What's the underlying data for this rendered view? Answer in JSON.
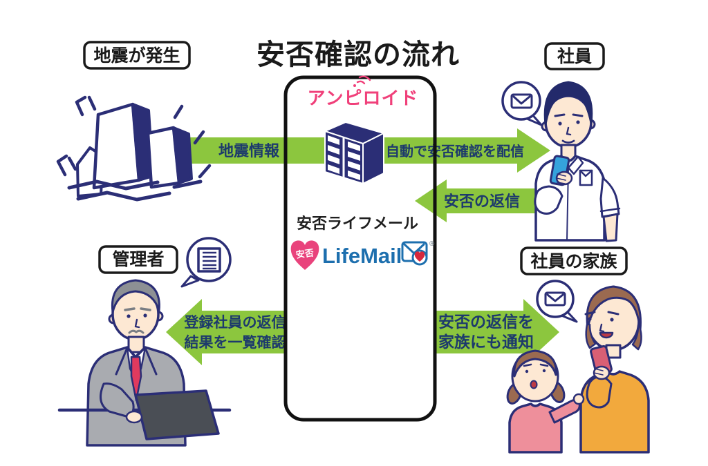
{
  "title": "安否確認の流れ",
  "labels": {
    "earthquake": "地震が発生",
    "employee": "社員",
    "admin": "管理者",
    "family": "社員の家族"
  },
  "center_panel": {
    "brand_logo": "アンピロイド",
    "service_name_jp": "安否ライフメール",
    "badge": "安否",
    "logo": "LifeMail",
    "registered_mark": "®"
  },
  "arrows": {
    "earthquake_info": {
      "label": "地震情報",
      "direction": "right"
    },
    "auto_distribute": {
      "label": "自動で安否確認を配信",
      "direction": "right"
    },
    "safety_reply": {
      "label": "安否の返信",
      "direction": "left"
    },
    "admin_check": {
      "line1": "登録社員の返信",
      "line2": "結果を一覧確認",
      "direction": "left"
    },
    "family_notify": {
      "line1": "安否の返信を",
      "line2": "家族にも通知",
      "direction": "right"
    }
  },
  "icons": {
    "center": "server-icon",
    "employee_bubble": "envelope-icon",
    "family_bubble": "envelope-icon",
    "admin_bubble": "list-document-icon",
    "lifemail": "envelope-heart-icon",
    "brand": "signal-icon",
    "employee_device": "smartphone-icon",
    "family_device": "smartphone-icon",
    "admin_device": "laptop-icon"
  },
  "colors": {
    "arrow_green": "#8cc63e",
    "arrow_text_navy": "#1d3a6c",
    "outline_navy": "#2b2e76",
    "brand_pink": "#f0407a",
    "lifemail_blue": "#1d6fae",
    "heart_pink": "#e9437c",
    "heart_red": "#d6283c",
    "suit_gray": "#a9abb0",
    "sweater_orange": "#f2a93d",
    "shirt_pink": "#ee8f9b",
    "phone_blue": "#35a3dc",
    "phone_pink": "#d95f74",
    "skin": "#fde8d3"
  }
}
